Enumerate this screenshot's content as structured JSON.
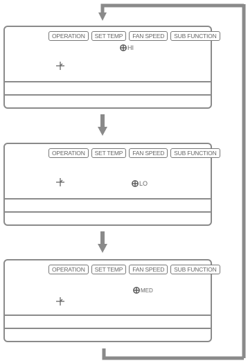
{
  "tabs": [
    "OPERATION",
    "SET TEMP",
    "FAN SPEED",
    "SUB FUNCTION"
  ],
  "panels": [
    {
      "fan_label": "HI"
    },
    {
      "fan_label": "LO"
    },
    {
      "fan_label": "MED"
    }
  ],
  "icons": {
    "fan": "fan-icon",
    "mode": "cross-mode-icon"
  },
  "colors": {
    "line": "#8a8a8a",
    "text": "#666666"
  }
}
